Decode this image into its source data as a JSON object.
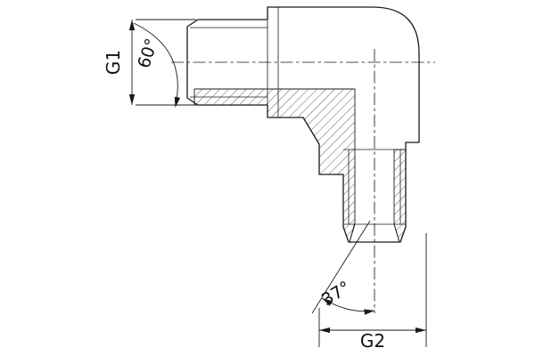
{
  "drawing": {
    "labels": {
      "g1": "G1",
      "g2": "G2",
      "angle_cone": "60°",
      "angle_flare": "37°"
    },
    "colors": {
      "line": "#1a1a1a",
      "background": "#ffffff"
    }
  }
}
